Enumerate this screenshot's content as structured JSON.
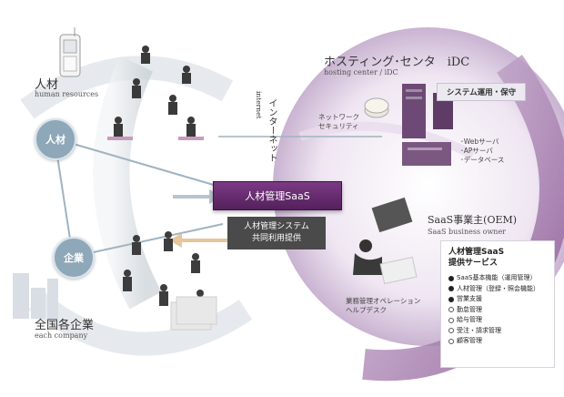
{
  "left": {
    "hr_title": "人材",
    "hr_sub": "human resources",
    "hr_badge": "人材",
    "company_badge": "企業",
    "company_title": "全国各企業",
    "company_sub": "each company"
  },
  "center": {
    "internet_jp": "インターネット",
    "internet_en": "internet",
    "saas_label": "人材管理SaaS",
    "share_line1": "人材管理システム",
    "share_line2": "共同利用提供"
  },
  "right": {
    "idc_title": "ホスティング･センタ　iDC",
    "idc_sub": "hosting center / iDC",
    "sysops": "システム運用・保守",
    "network_line1": "ネットワーク",
    "network_line2": "セキュリティ",
    "servers": [
      "･Webサーバ",
      "･APサーバ",
      "･データベース"
    ],
    "saas_owner_title": "SaaS事業主(OEM)",
    "saas_owner_sub": "SaaS business owner",
    "ops_line1": "業務管理オペレーション",
    "ops_line2": "ヘルプデスク"
  },
  "services": {
    "title_line1": "人材管理SaaS",
    "title_line2": "提供サービス",
    "items": [
      {
        "label": "SaaS基本機能（運用管理）",
        "filled": true
      },
      {
        "label": "人材管理（登録・照会機能）",
        "filled": true
      },
      {
        "label": "営業支援",
        "filled": true
      },
      {
        "label": "勤怠管理",
        "filled": false
      },
      {
        "label": "給与管理",
        "filled": false
      },
      {
        "label": "受注・請求管理",
        "filled": false
      },
      {
        "label": "顧客管理",
        "filled": false
      }
    ]
  },
  "colors": {
    "purple": "#6b2d74",
    "badge": "#8ea7b9",
    "line": "#9fb3c1"
  }
}
